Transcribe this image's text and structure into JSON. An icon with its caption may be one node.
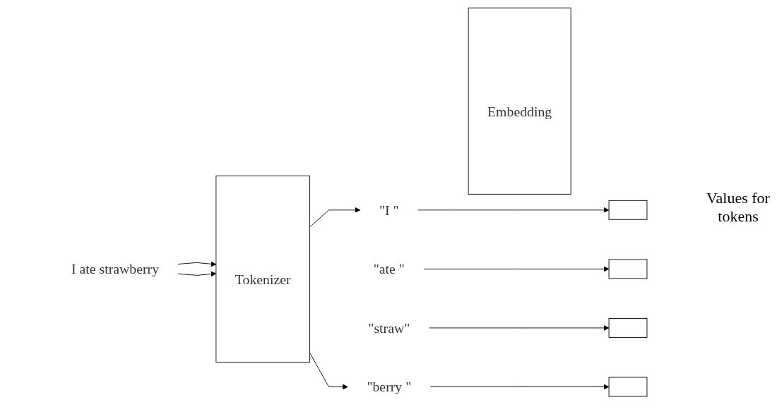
{
  "diagram": {
    "nodes": [
      {
        "text": [
          "I ate strawberry"
        ]
      },
      {
        "text": [
          "Tokenizer"
        ]
      },
      {
        "text": [
          "\"I \""
        ]
      },
      {
        "text": [
          "\"ate \""
        ]
      },
      {
        "text": [
          "\"straw\""
        ]
      },
      {
        "text": [
          "\"berry \""
        ]
      },
      {
        "text": [
          "Embedding"
        ]
      },
      {
        "text": [],
        "shape": "box"
      },
      {
        "text": [],
        "shape": "box"
      },
      {
        "text": [],
        "shape": "box"
      },
      {
        "text": [],
        "shape": "box"
      }
    ],
    "edges": [
      {
        "from": 0,
        "to": 1,
        "arrow": "to"
      },
      {
        "from": 0,
        "to": 1,
        "arrow": "to"
      },
      {
        "from": 1,
        "to": 2,
        "arrow": "to"
      },
      {
        "from": 1,
        "to": 5,
        "arrow": "to"
      },
      {
        "from": 2,
        "to": 7,
        "arrow": "to"
      },
      {
        "from": 3,
        "to": 8,
        "arrow": "to"
      },
      {
        "from": 4,
        "to": 9,
        "arrow": "to"
      },
      {
        "from": 5,
        "to": 10,
        "arrow": "to"
      }
    ],
    "labels": [
      "Values for tokens"
    ]
  }
}
